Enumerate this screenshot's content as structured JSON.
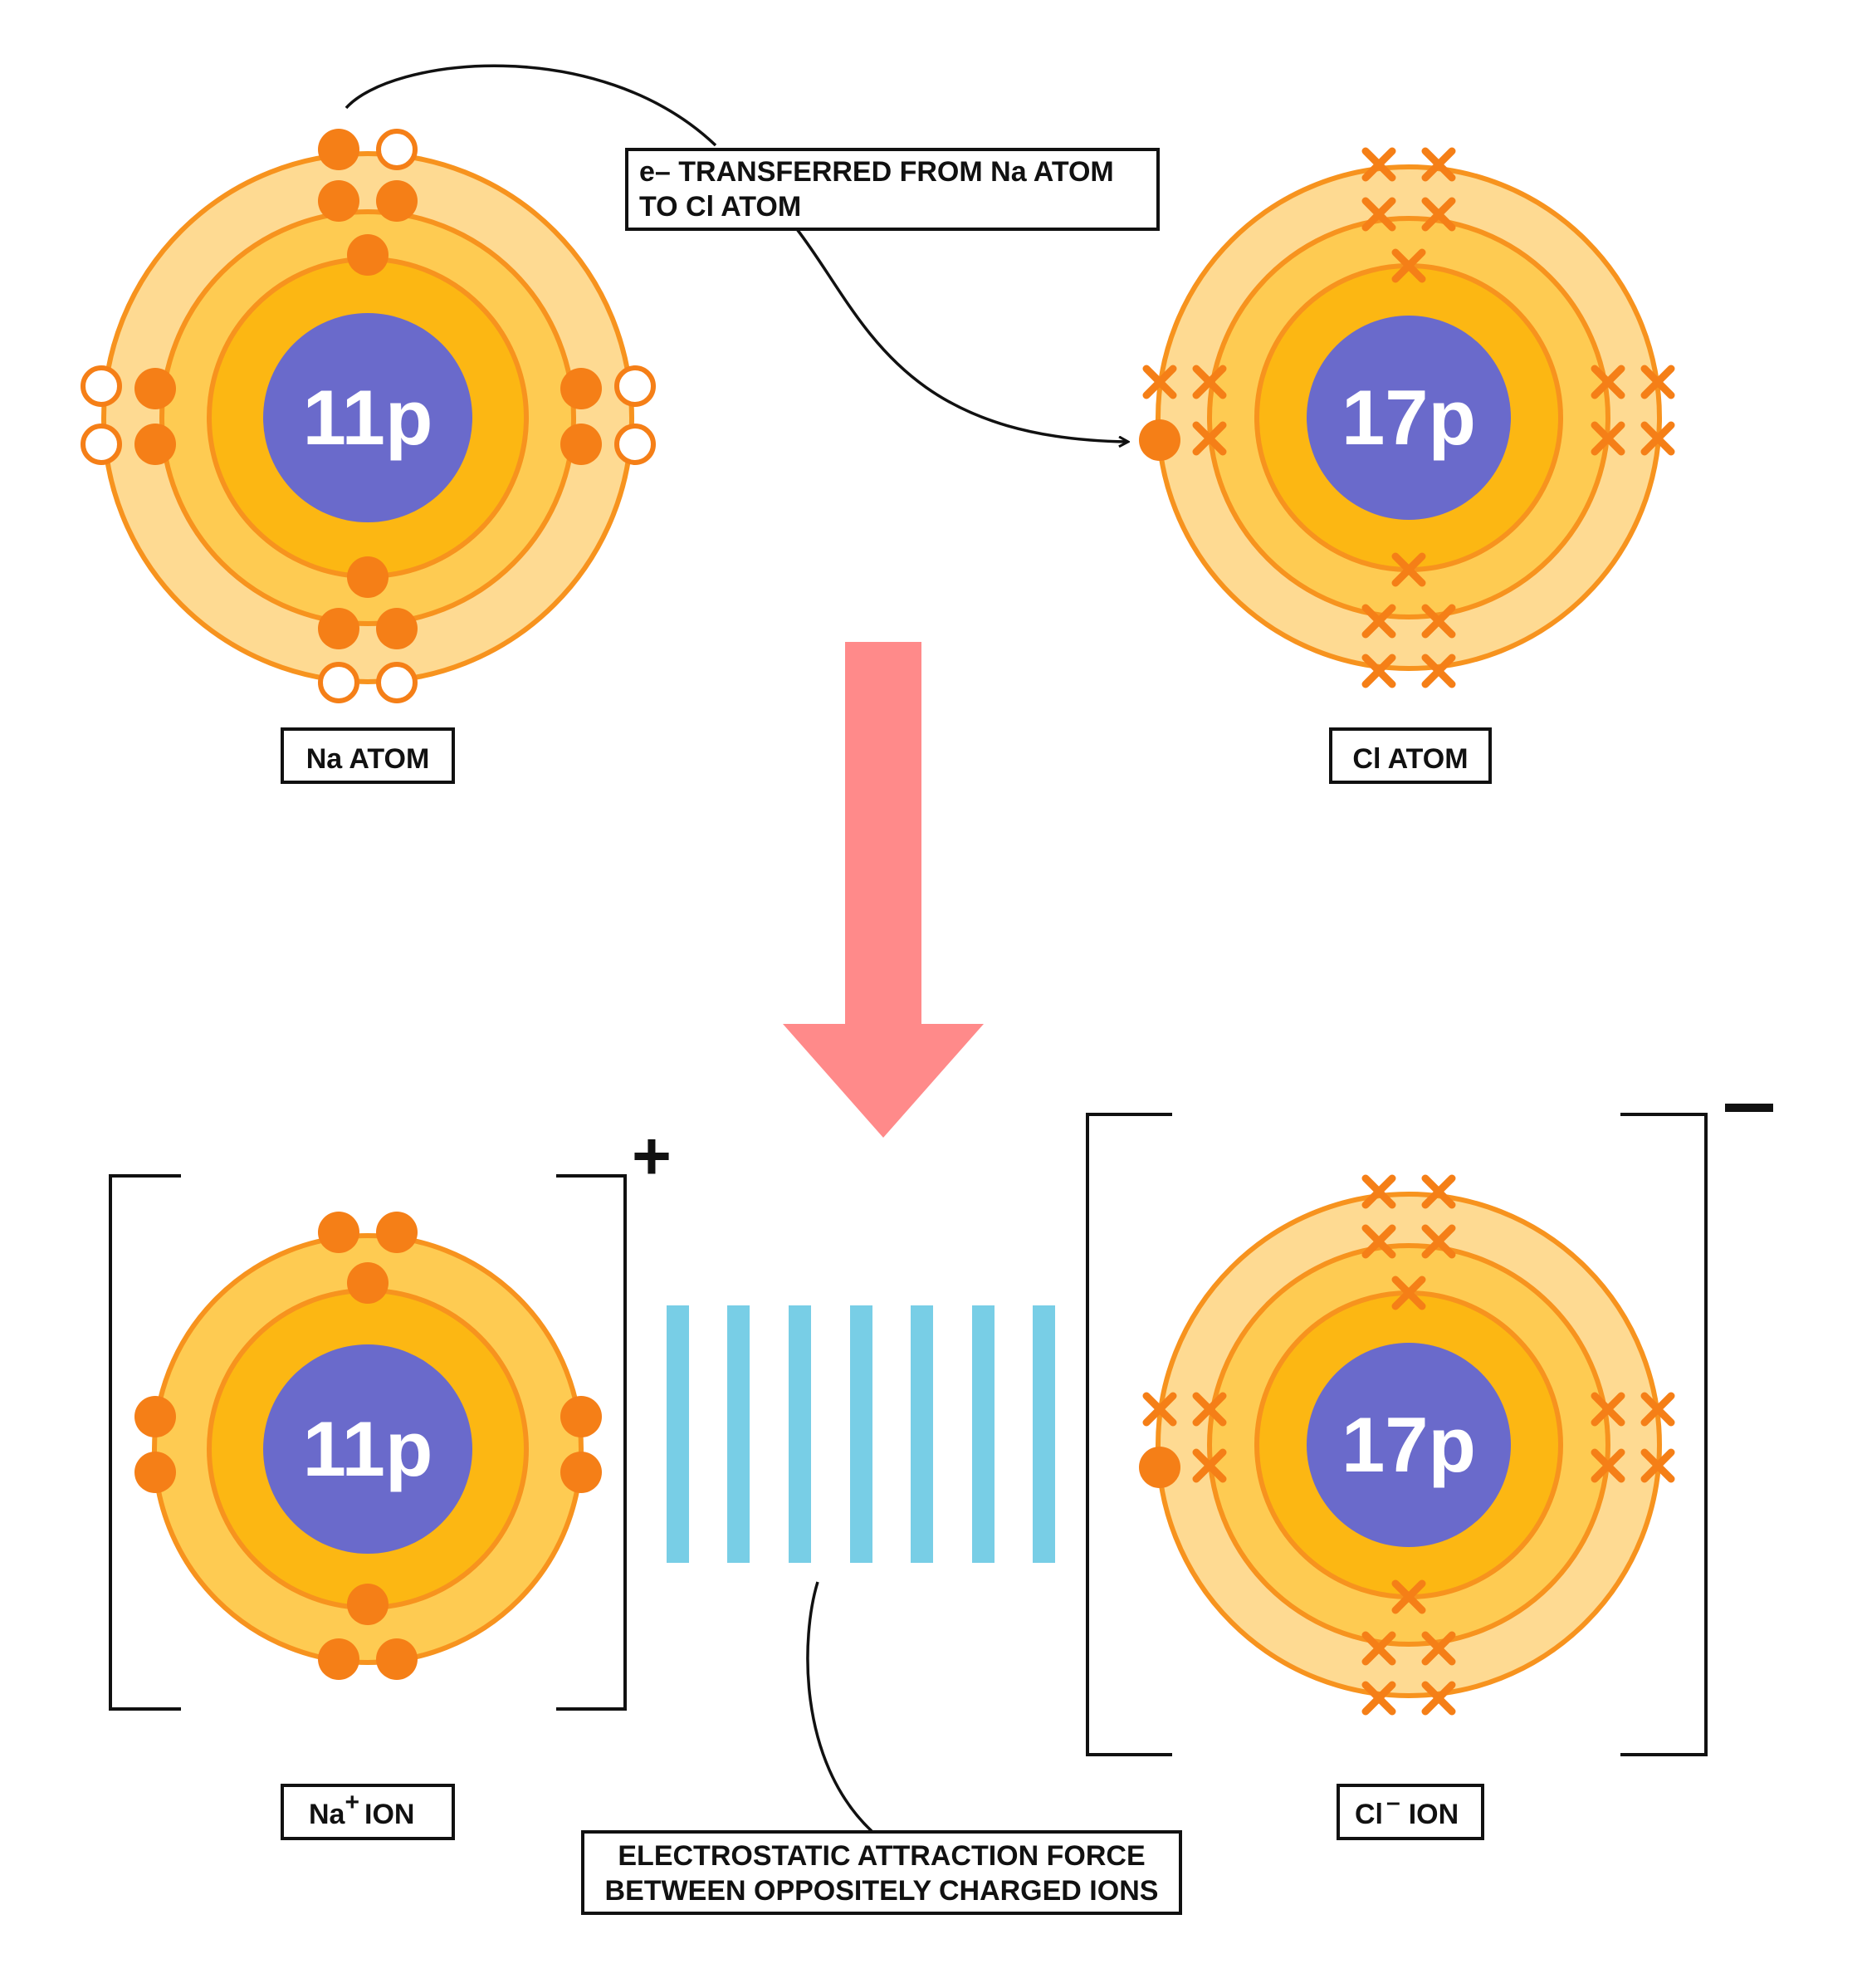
{
  "colors": {
    "ring_stroke": "#F7931E",
    "shell_outer_fill": "#FEDA92",
    "shell_mid_fill": "#FECB52",
    "shell_inner_fill": "#FCB713",
    "nucleus": "#6A6ACB",
    "electron": "#F57F17",
    "arrow": "#FF8A8A",
    "attraction_bars": "#78CEE6",
    "ink": "#111111"
  },
  "icons": [
    "filled-electron-dot",
    "open-electron-dot",
    "cross-electron-mark"
  ],
  "na_atom": {
    "nucleus_label": "11p",
    "caption": "Na ATOM"
  },
  "cl_atom": {
    "nucleus_label": "17p",
    "caption": "Cl ATOM"
  },
  "transfer_note": {
    "line1": "e– TRANSFERRED FROM Na ATOM",
    "line2": "TO Cl ATOM"
  },
  "na_ion": {
    "nucleus_label": "11p",
    "caption_symbol": "Na",
    "caption_charge": "+",
    "caption_word": "ION",
    "charge_sign": "+"
  },
  "cl_ion": {
    "nucleus_label": "17p",
    "caption_symbol": "Cl",
    "caption_charge": "–",
    "caption_word": "ION",
    "charge_sign": "–"
  },
  "attraction_note": {
    "line1": "ELECTROSTATIC ATTRACTION FORCE",
    "line2": "BETWEEN OPPOSITELY CHARGED IONS"
  }
}
